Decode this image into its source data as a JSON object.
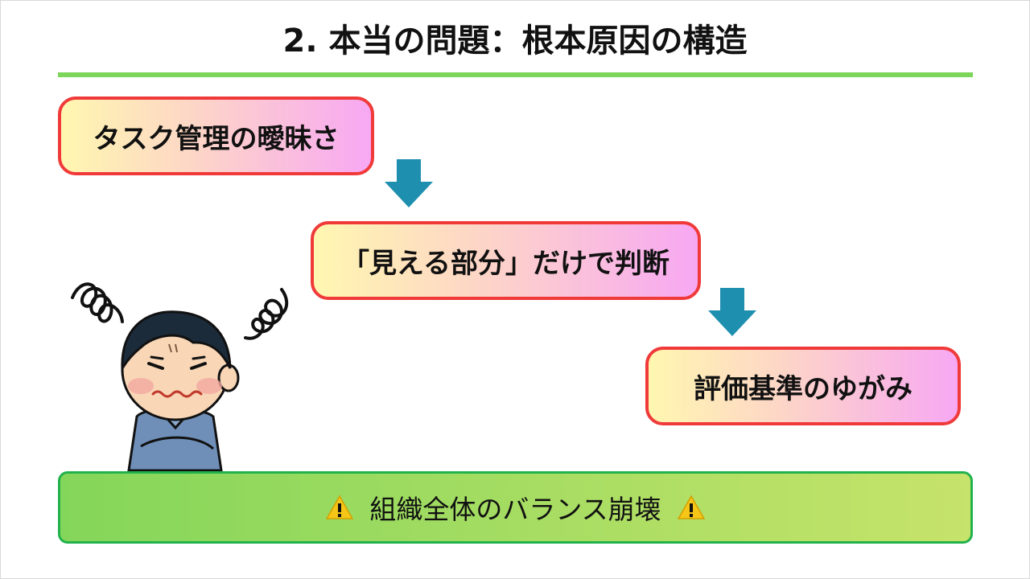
{
  "title": "2. 本当の問題：根本原因の構造",
  "steps": [
    {
      "label": "タスク管理の曖昧さ"
    },
    {
      "label": "「見える部分」だけで判断"
    },
    {
      "label": "評価基準のゆがみ"
    }
  ],
  "result": {
    "label": "組織全体のバランス崩壊"
  },
  "colors": {
    "accent_rule": "#7bd65a",
    "box_border": "#f03a3a",
    "arrow": "#1f8fb0",
    "result_border": "#22b24c"
  },
  "icons": [
    "warning-icon",
    "arrow-down-icon"
  ]
}
